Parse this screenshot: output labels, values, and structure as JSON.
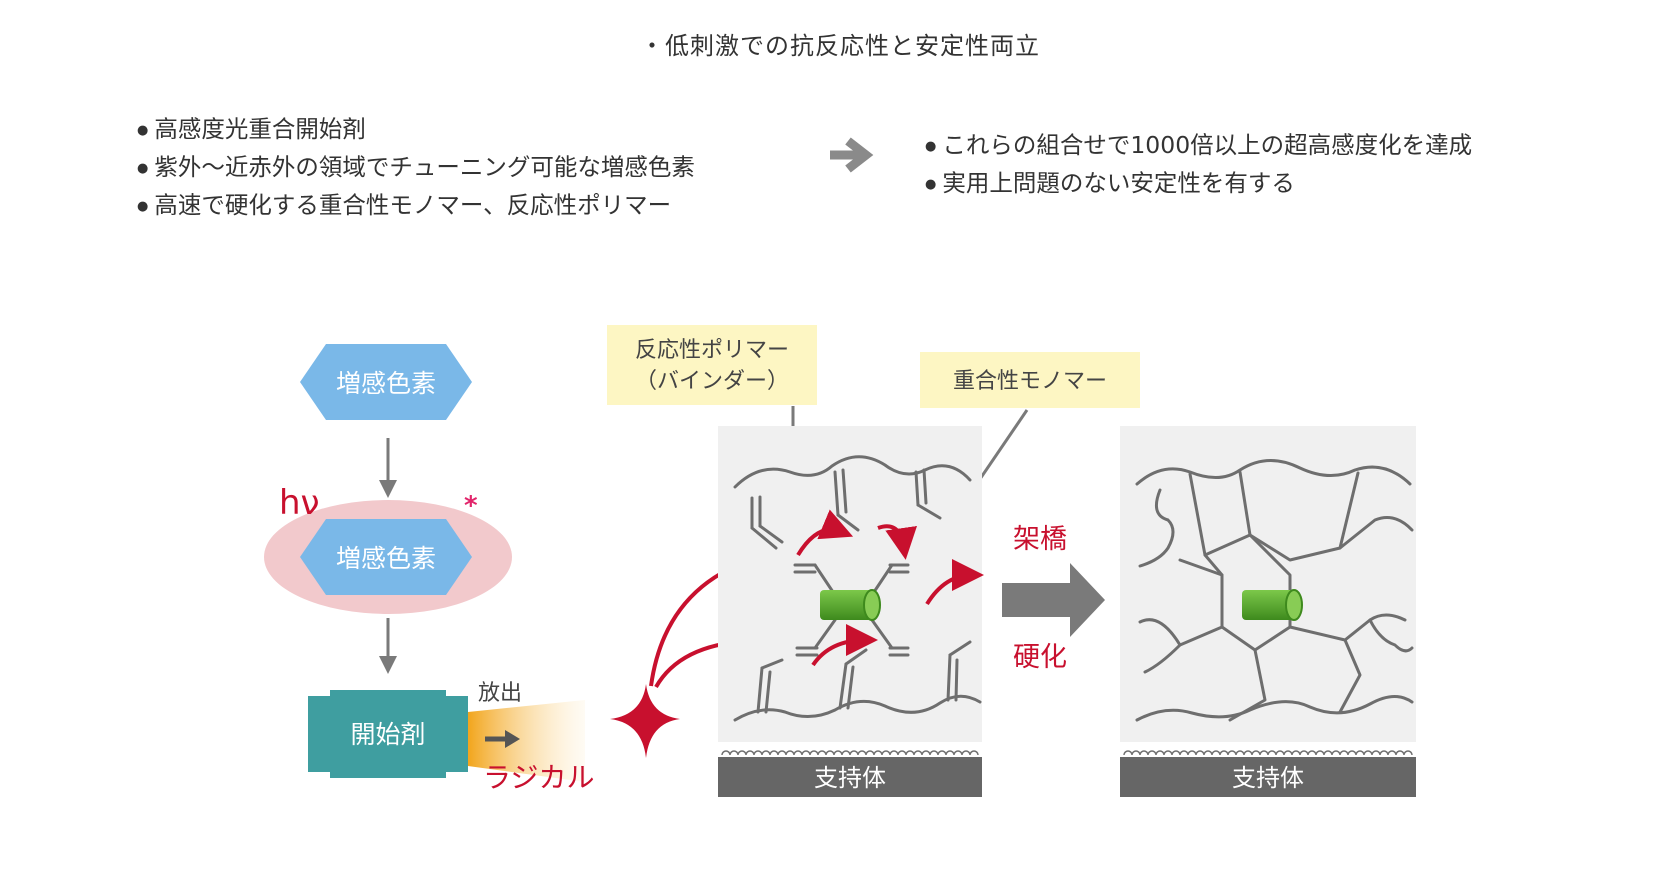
{
  "header": {
    "note": "・低刺激での抗反応性と安定性両立"
  },
  "features": {
    "items": [
      "高感度光重合開始剤",
      "紫外〜近赤外の領域でチューニング可能な増感色素",
      "高速で硬化する重合性モノマー、反応性ポリマー"
    ]
  },
  "results": {
    "items": [
      "これらの組合せで1000倍以上の超高感度化を達成",
      "実用上問題のない安定性を有する"
    ]
  },
  "diagram": {
    "sensitizer_label": "増感色素",
    "excited_sensitizer_label": "増感色素",
    "light_symbol": "hν",
    "excited_mark": "*",
    "initiator_label": "開始剤",
    "release_label": "放出",
    "radical_label": "ラジカル",
    "polymer_callout_line1": "反応性ポリマー",
    "polymer_callout_line2": "（バインダー）",
    "monomer_callout": "重合性モノマー",
    "crosslink_label": "架橋",
    "cure_label": "硬化",
    "support_label_before": "支持体",
    "support_label_after": "支持体",
    "colors": {
      "sensitizer_blue": "#7ab8e8",
      "excited_pink": "#f2c9cc",
      "initiator_teal": "#3f9ea0",
      "radical_red": "#c8102e",
      "callout_yellow": "#fdf6c3",
      "panel_gray": "#f0f0f0",
      "support_dark": "#666666",
      "core_green": "#5aa82a",
      "arrow_gray": "#7a7a7a"
    }
  }
}
